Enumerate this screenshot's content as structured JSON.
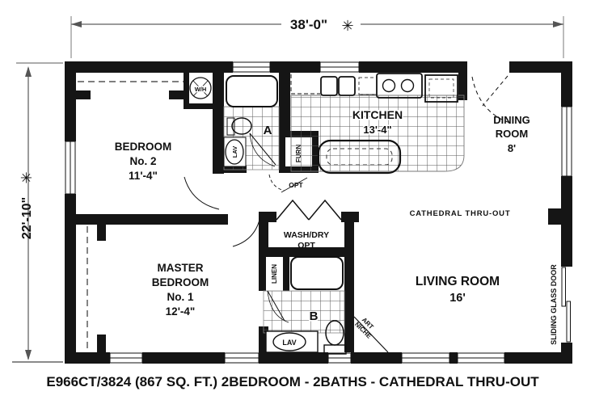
{
  "plan": {
    "dimensions": {
      "width_label": "38'-0\"",
      "height_label": "22'-10\"",
      "marker": "✳"
    },
    "rooms": {
      "bedroom2": {
        "line1": "BEDROOM",
        "line2": "No. 2",
        "line3": "11'-4\""
      },
      "master": {
        "line1": "MASTER",
        "line2": "BEDROOM",
        "line3": "No. 1",
        "line4": "12'-4\""
      },
      "kitchen": {
        "line1": "KITCHEN",
        "line2": "13'-4\""
      },
      "dining": {
        "line1": "DINING",
        "line2": "ROOM",
        "line3": "8'"
      },
      "living": {
        "line1": "LIVING ROOM",
        "line2": "16'"
      },
      "washdry": {
        "line1": "WASH/DRY",
        "line2": "OPT"
      }
    },
    "labels": {
      "cathedral": "CATHEDRAL THRU-OUT",
      "bath_a": "A",
      "bath_b": "B",
      "lav_a": "LAV",
      "lav_b": "LAV",
      "linen": "LINEN",
      "furnace": "FURN",
      "water_heater": "W/H",
      "opt_door": "OPT",
      "sliding_door": "SLIDING GLASS DOOR",
      "art_niche_line1": "ART",
      "art_niche_line2": "NICHE"
    },
    "caption": "E966CT/3824 (867 SQ. FT.) 2BEDROOM - 2BATHS - CATHEDRAL THRU-OUT",
    "colors": {
      "wall": "#151515",
      "dim_line": "#7a7a7a",
      "paper": "#ffffff"
    }
  }
}
